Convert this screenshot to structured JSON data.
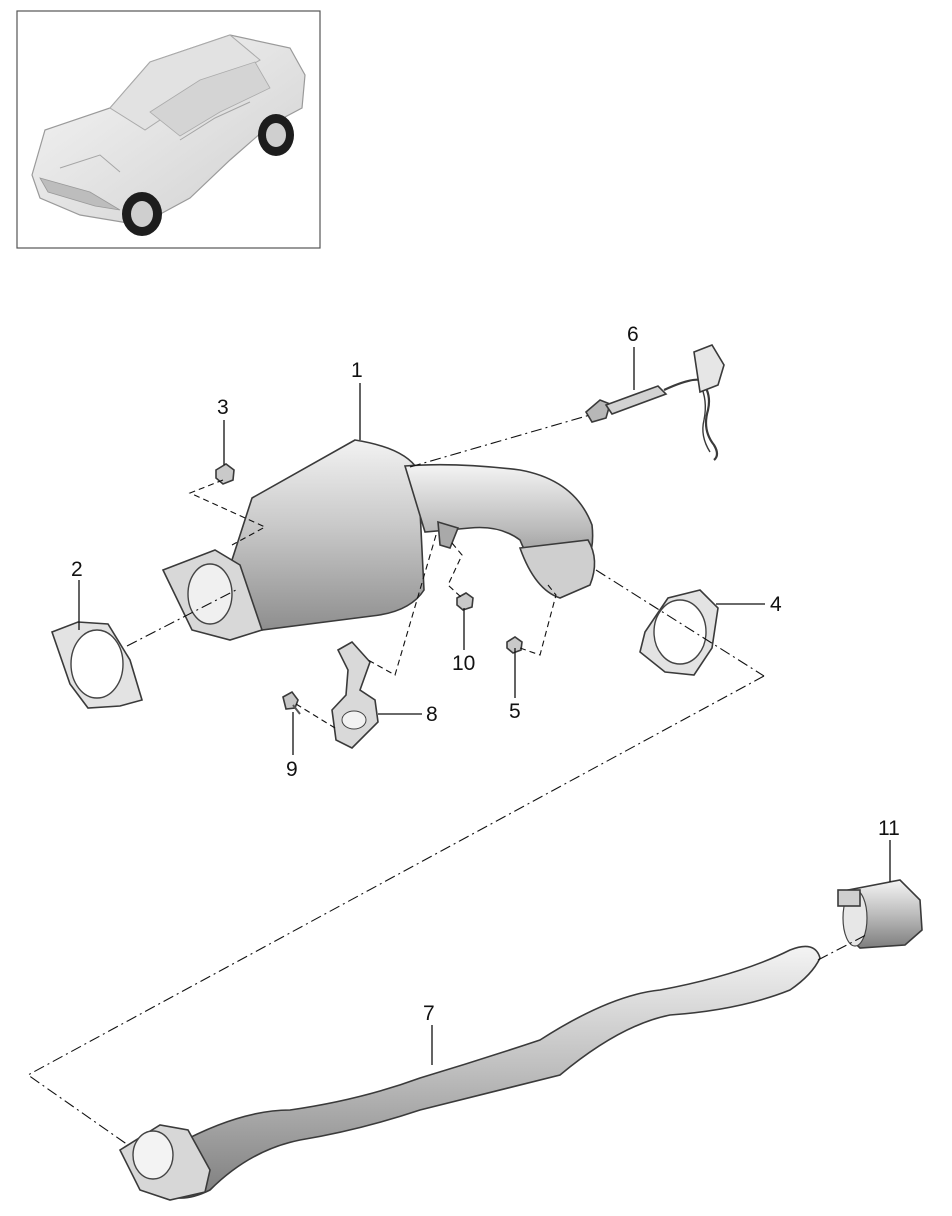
{
  "callouts": {
    "c1": "1",
    "c2": "2",
    "c3": "3",
    "c4": "4",
    "c5": "5",
    "c6": "6",
    "c7": "7",
    "c8": "8",
    "c9": "9",
    "c10": "10",
    "c11": "11"
  },
  "colors": {
    "metal_light": "#e8e8e8",
    "metal_mid": "#b9b9b9",
    "metal_dark": "#8d8d8d",
    "line": "#111111",
    "thumbnail_border": "#555555"
  }
}
